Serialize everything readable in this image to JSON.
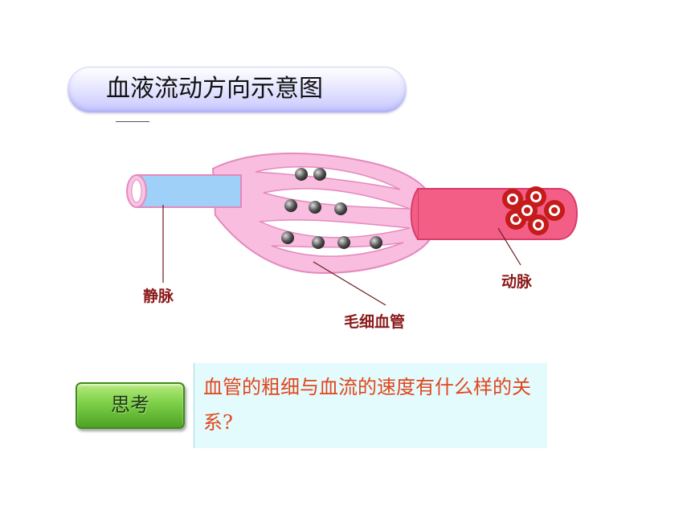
{
  "title": "血液流动方向示意图",
  "diagram": {
    "labels": {
      "vein": "静脉",
      "artery": "动脉",
      "capillary": "毛细血管"
    },
    "colors": {
      "vein": "#9fd0f7",
      "artery": "#f25e86",
      "capillary": "#f9bde0",
      "red_cell": "#c51b1b",
      "label": "#8b1a1a"
    }
  },
  "think": {
    "button_label": "思考",
    "question": "血管的粗细与血流的速度有什么样的关系?"
  }
}
